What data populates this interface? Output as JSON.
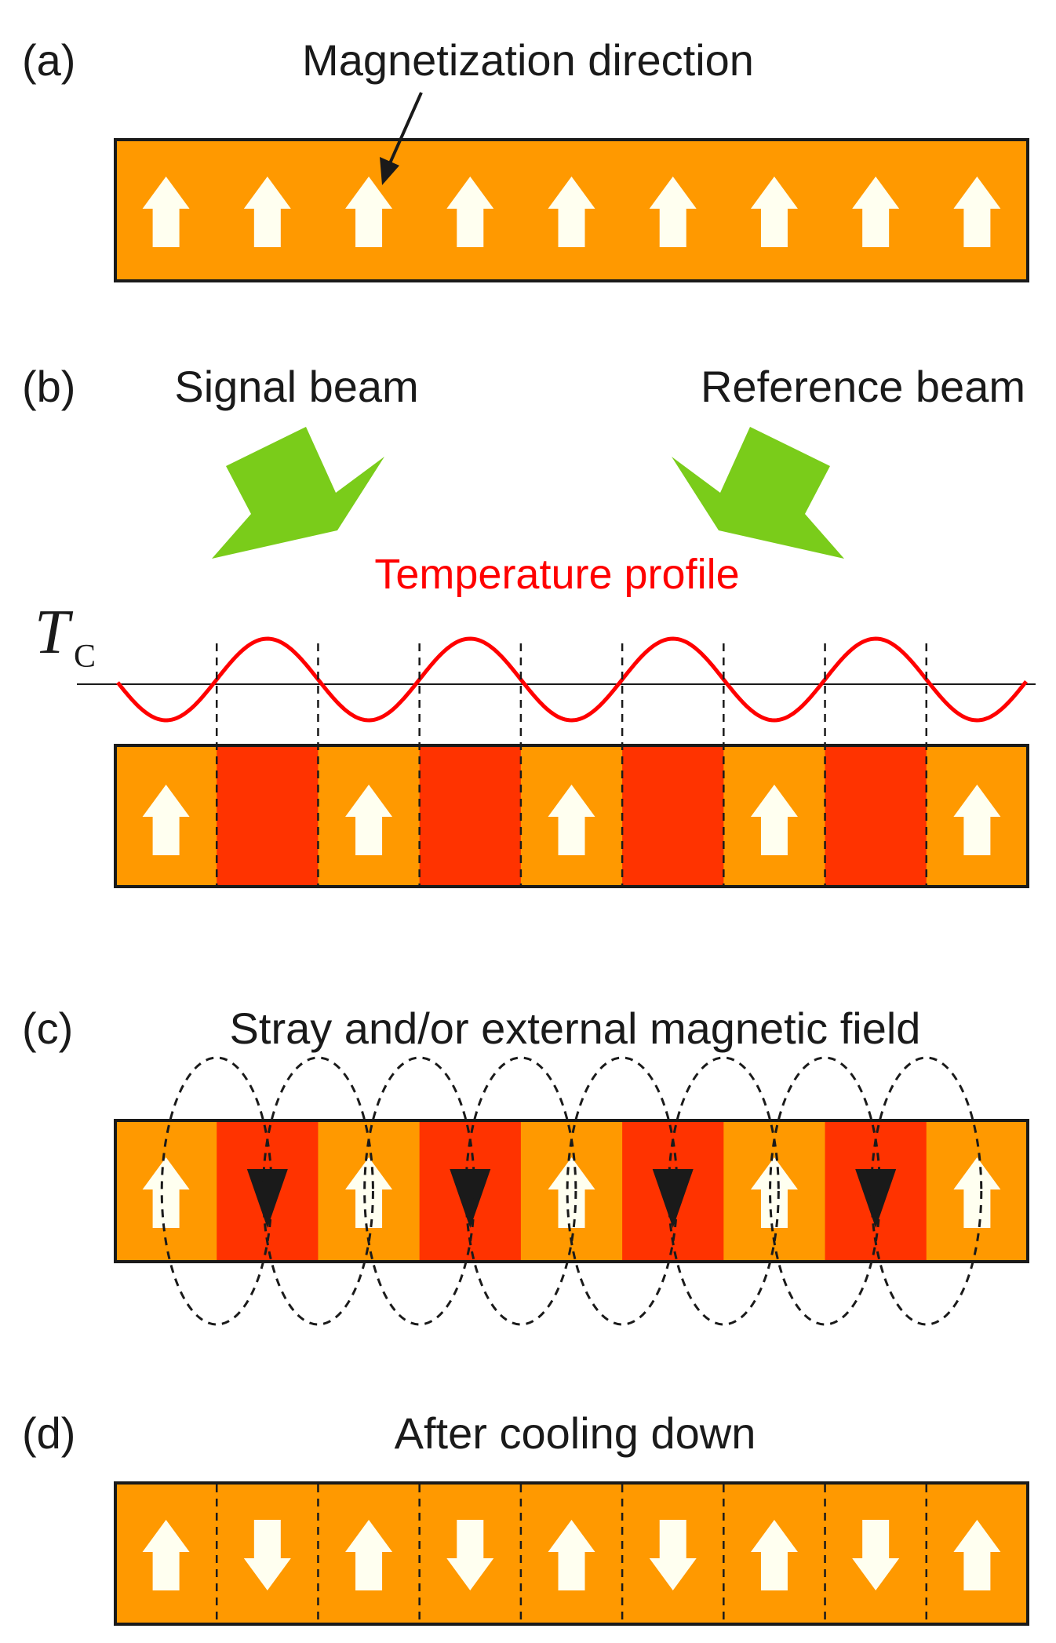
{
  "panels": {
    "a": {
      "label": "(a)",
      "title": "Magnetization direction",
      "arrows": [
        "up",
        "up",
        "up",
        "up",
        "up",
        "up",
        "up",
        "up",
        "up"
      ]
    },
    "b": {
      "label": "(b)",
      "signal_beam": "Signal beam",
      "reference_beam": "Reference beam",
      "temperature_profile": "Temperature profile",
      "tc_symbol": "T",
      "tc_subscript": "C",
      "segments": [
        "up",
        "heated",
        "up",
        "heated",
        "up",
        "heated",
        "up",
        "heated",
        "up"
      ]
    },
    "c": {
      "label": "(c)",
      "title": "Stray and/or external magnetic field",
      "segments": [
        "up",
        "down",
        "up",
        "down",
        "up",
        "down",
        "up",
        "down",
        "up"
      ]
    },
    "d": {
      "label": "(d)",
      "title": "After cooling down",
      "arrows": [
        "up",
        "down",
        "up",
        "down",
        "up",
        "down",
        "up",
        "down",
        "up"
      ]
    }
  },
  "colors": {
    "domain": "#ff9900",
    "heated": "#ff3300",
    "beam": "#7acc1a",
    "temperature": "#ff0000",
    "outline": "#1a1a1a",
    "arrow_light": "#fffff0",
    "arrow_dark": "#1a1a1a"
  }
}
